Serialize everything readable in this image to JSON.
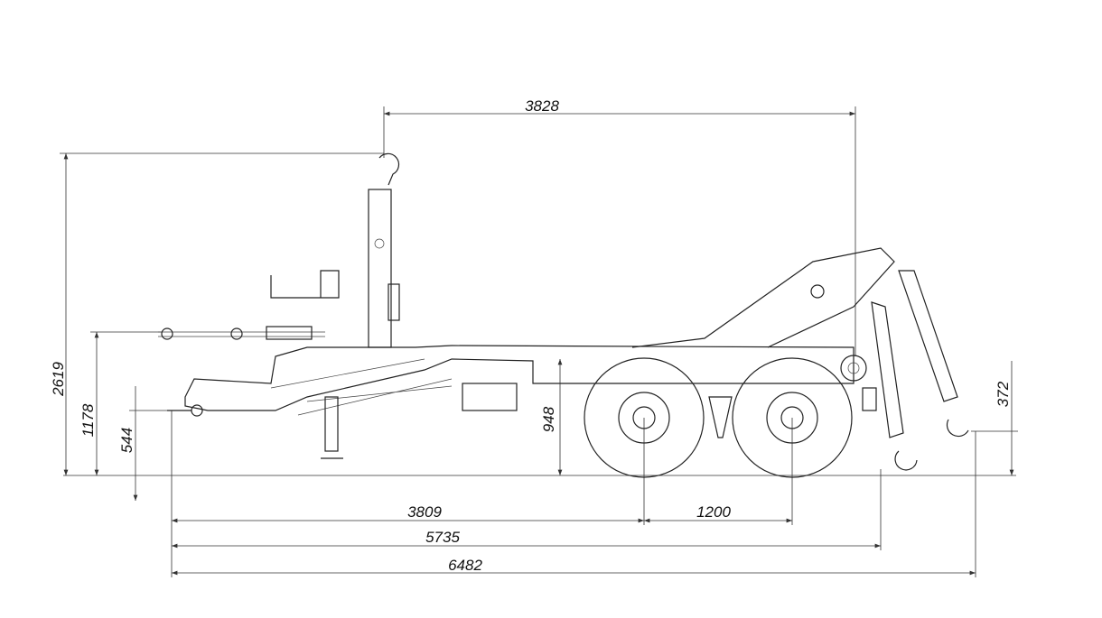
{
  "drawing": {
    "title": "Hooklift trailer side view",
    "dimensions": {
      "top_length": "3828",
      "overall_height": "2619",
      "drawbar_height": "1178",
      "eye_height": "544",
      "frame_height": "948",
      "rear_hook_height": "372",
      "drawbar_to_axle": "3809",
      "axle_spacing": "1200",
      "drawbar_to_rear": "5735",
      "overall_length": "6482"
    }
  }
}
